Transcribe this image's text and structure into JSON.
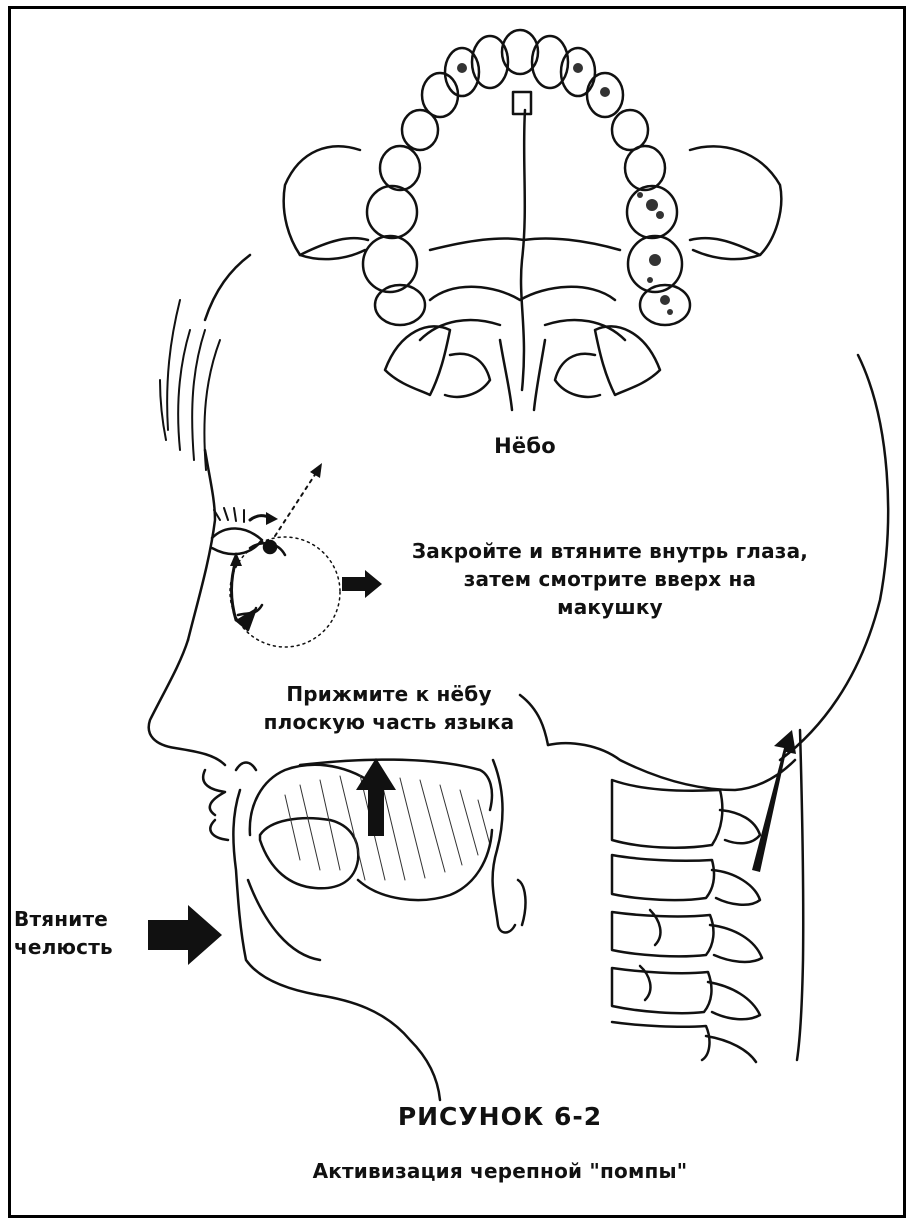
{
  "labels": {
    "palate": "Нёбо",
    "eyes": [
      "Закройте и втяните внутрь глаза,",
      "затем смотрите вверх на",
      "макушку"
    ],
    "tongue": [
      "Прижмите к нёбу",
      "плоскую часть языка"
    ],
    "jaw": [
      "Втяните",
      "челюсть"
    ],
    "figure_number": "РИСУНОК 6-2",
    "caption": "Активизация черепной \"помпы\""
  },
  "colors": {
    "ink": "#111111",
    "background": "#ffffff"
  }
}
